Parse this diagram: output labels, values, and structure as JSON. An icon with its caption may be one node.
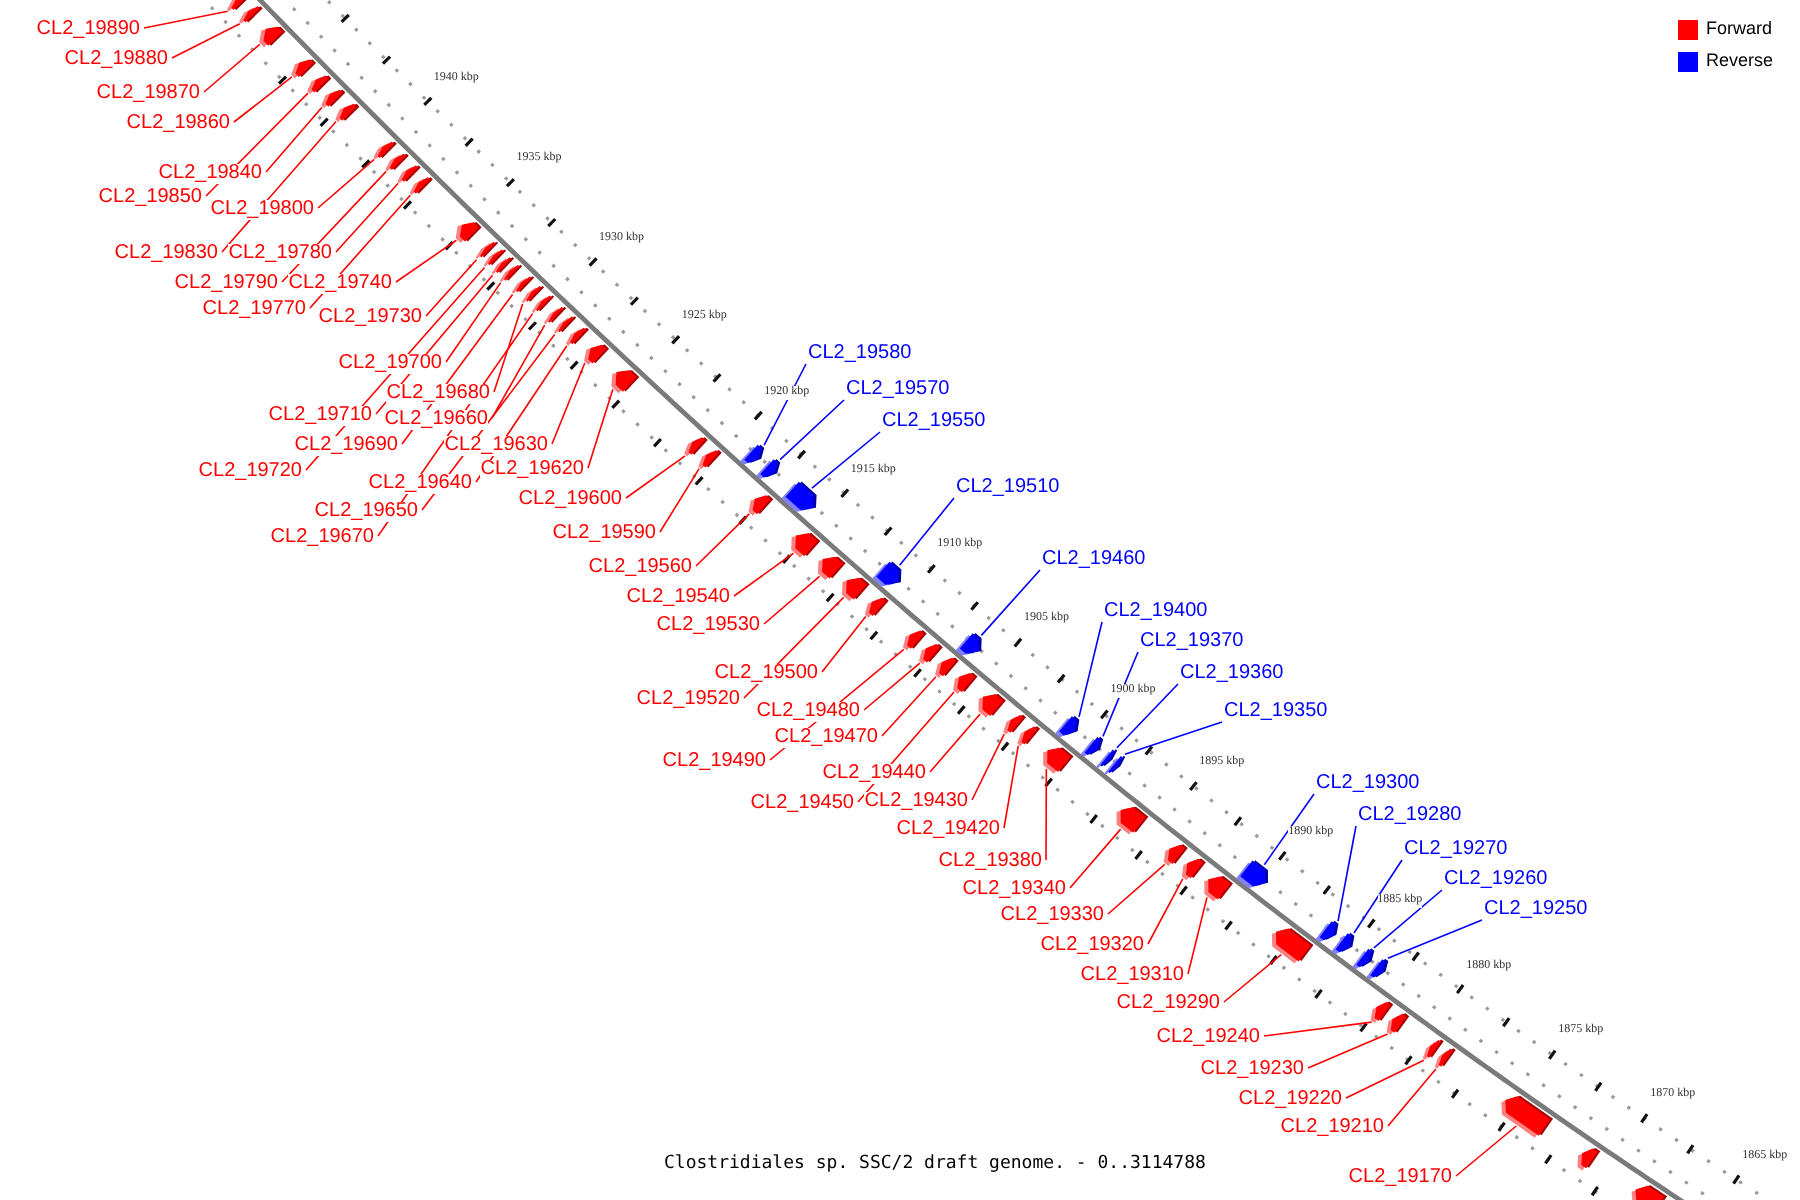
{
  "diagram": {
    "caption": "Clostridiales sp. SSC/2 draft genome. - 0..3114788",
    "nodes": [
      {
        "text": [
          "CL2_19890"
        ]
      },
      {
        "text": [
          "CL2_19880"
        ]
      },
      {
        "text": [
          "CL2_19870"
        ]
      },
      {
        "text": [
          "CL2_19860"
        ]
      },
      {
        "text": [
          "CL2_19850"
        ]
      },
      {
        "text": [
          "CL2_19840"
        ]
      },
      {
        "text": [
          "CL2_19830"
        ]
      },
      {
        "text": [
          "CL2_19800"
        ]
      },
      {
        "text": [
          "CL2_19790"
        ]
      },
      {
        "text": [
          "CL2_19780"
        ]
      },
      {
        "text": [
          "CL2_19770"
        ]
      },
      {
        "text": [
          "CL2_19740"
        ]
      },
      {
        "text": [
          "CL2_19730"
        ]
      },
      {
        "text": [
          "CL2_19720"
        ]
      },
      {
        "text": [
          "CL2_19710"
        ]
      },
      {
        "text": [
          "CL2_19700"
        ]
      },
      {
        "text": [
          "CL2_19690"
        ]
      },
      {
        "text": [
          "CL2_19680"
        ]
      },
      {
        "text": [
          "CL2_19670"
        ]
      },
      {
        "text": [
          "CL2_19660"
        ]
      },
      {
        "text": [
          "CL2_19650"
        ]
      },
      {
        "text": [
          "CL2_19640"
        ]
      },
      {
        "text": [
          "CL2_19630"
        ]
      },
      {
        "text": [
          "CL2_19620"
        ]
      },
      {
        "text": [
          "CL2_19600"
        ]
      },
      {
        "text": [
          "CL2_19590"
        ]
      },
      {
        "text": [
          "CL2_19580"
        ]
      },
      {
        "text": [
          "CL2_19570"
        ]
      },
      {
        "text": [
          "CL2_19560"
        ]
      },
      {
        "text": [
          "CL2_19550"
        ]
      },
      {
        "text": [
          "CL2_19540"
        ]
      },
      {
        "text": [
          "CL2_19530"
        ]
      },
      {
        "text": [
          "CL2_19520"
        ]
      },
      {
        "text": [
          "CL2_19510"
        ]
      },
      {
        "text": [
          "CL2_19500"
        ]
      },
      {
        "text": [
          "CL2_19490"
        ]
      },
      {
        "text": [
          "CL2_19480"
        ]
      },
      {
        "text": [
          "CL2_19470"
        ]
      },
      {
        "text": [
          "CL2_19460"
        ]
      },
      {
        "text": [
          "CL2_19450"
        ]
      },
      {
        "text": [
          "CL2_19440"
        ]
      },
      {
        "text": [
          "CL2_19430"
        ]
      },
      {
        "text": [
          "CL2_19420"
        ]
      },
      {
        "text": [
          "CL2_19400"
        ]
      },
      {
        "text": [
          "CL2_19380"
        ]
      },
      {
        "text": [
          "CL2_19370"
        ]
      },
      {
        "text": [
          "CL2_19360"
        ]
      },
      {
        "text": [
          "CL2_19350"
        ]
      },
      {
        "text": [
          "CL2_19340"
        ]
      },
      {
        "text": [
          "CL2_19330"
        ]
      },
      {
        "text": [
          "CL2_19320"
        ]
      },
      {
        "text": [
          "CL2_19310"
        ]
      },
      {
        "text": [
          "CL2_19300"
        ]
      },
      {
        "text": [
          "CL2_19290"
        ]
      },
      {
        "text": [
          "CL2_19280"
        ]
      },
      {
        "text": [
          "CL2_19270"
        ]
      },
      {
        "text": [
          "CL2_19260"
        ]
      },
      {
        "text": [
          "CL2_19250"
        ]
      },
      {
        "text": [
          "CL2_19240"
        ]
      },
      {
        "text": [
          "CL2_19230"
        ]
      },
      {
        "text": [
          "CL2_19220"
        ]
      },
      {
        "text": [
          "CL2_19210"
        ]
      },
      {
        "text": [
          "CL2_19170"
        ]
      },
      {
        "text": [],
        "shape": "bar"
      },
      {
        "text": [],
        "shape": "bar"
      },
      {
        "text": [],
        "shape": "bar"
      },
      {
        "text": [],
        "shape": "bar"
      },
      {
        "text": [],
        "shape": "bar"
      },
      {
        "text": [],
        "shape": "bar"
      },
      {
        "text": [],
        "shape": "bar"
      },
      {
        "text": [],
        "shape": "bar"
      },
      {
        "text": [],
        "shape": "bar"
      },
      {
        "text": [],
        "shape": "bar"
      },
      {
        "text": [],
        "shape": "bar"
      },
      {
        "text": [],
        "shape": "bar"
      },
      {
        "text": [],
        "shape": "bar"
      },
      {
        "text": [],
        "shape": "bar"
      },
      {
        "text": [],
        "shape": "bar"
      },
      {
        "text": [],
        "shape": "bar"
      },
      {
        "text": [],
        "shape": "bar"
      },
      {
        "text": [],
        "shape": "bar"
      },
      {
        "text": [],
        "shape": "bar"
      },
      {
        "text": [],
        "shape": "bar"
      },
      {
        "text": [],
        "shape": "bar"
      },
      {
        "text": [],
        "shape": "bar"
      },
      {
        "text": [],
        "shape": "bar"
      },
      {
        "text": [],
        "shape": "bar"
      },
      {
        "text": [],
        "shape": "bar"
      },
      {
        "text": [],
        "shape": "bar"
      },
      {
        "text": [],
        "shape": "bar"
      },
      {
        "text": [],
        "shape": "bar"
      },
      {
        "text": [],
        "shape": "bar"
      },
      {
        "text": [],
        "shape": "bar"
      },
      {
        "text": [],
        "shape": "bar"
      },
      {
        "text": [],
        "shape": "bar"
      },
      {
        "text": [],
        "shape": "bar"
      },
      {
        "text": [],
        "shape": "bar"
      },
      {
        "text": [],
        "shape": "bar"
      },
      {
        "text": [],
        "shape": "bar"
      },
      {
        "text": [],
        "shape": "bar"
      },
      {
        "text": [],
        "shape": "bar"
      },
      {
        "text": [],
        "shape": "bar"
      },
      {
        "text": [],
        "shape": "bar"
      },
      {
        "text": [],
        "shape": "bar"
      },
      {
        "text": [],
        "shape": "bar"
      },
      {
        "text": [],
        "shape": "bar"
      },
      {
        "text": [],
        "shape": "bar"
      },
      {
        "text": [],
        "shape": "bar"
      },
      {
        "text": [],
        "shape": "bar"
      },
      {
        "text": [],
        "shape": "bar"
      },
      {
        "text": [],
        "shape": "bar"
      },
      {
        "text": [],
        "shape": "bar"
      },
      {
        "text": [],
        "shape": "bar"
      },
      {
        "text": [],
        "shape": "bar"
      },
      {
        "text": [],
        "shape": "bar"
      },
      {
        "text": [],
        "shape": "bar"
      },
      {
        "text": [],
        "shape": "bar"
      },
      {
        "text": [],
        "shape": "bar"
      },
      {
        "text": [],
        "shape": "bar"
      },
      {
        "text": [],
        "shape": "bar"
      },
      {
        "text": [],
        "shape": "bar"
      },
      {
        "text": [],
        "shape": "bar"
      },
      {
        "text": [],
        "shape": "bar"
      },
      {
        "text": [],
        "shape": "bar"
      },
      {
        "text": [],
        "shape": "bar"
      },
      {
        "text": [],
        "shape": "bar"
      },
      {
        "text": [],
        "shape": "bar"
      },
      {
        "text": [],
        "shape": "bar"
      }
    ],
    "edges": [
      {
        "from": 0,
        "to": 63,
        "arrow": "none"
      },
      {
        "from": 1,
        "to": 64,
        "arrow": "none"
      },
      {
        "from": 2,
        "to": 65,
        "arrow": "none"
      },
      {
        "from": 3,
        "to": 66,
        "arrow": "none"
      },
      {
        "from": 4,
        "to": 67,
        "arrow": "none"
      },
      {
        "from": 5,
        "to": 68,
        "arrow": "none"
      },
      {
        "from": 6,
        "to": 69,
        "arrow": "none"
      },
      {
        "from": 7,
        "to": 70,
        "arrow": "none"
      },
      {
        "from": 8,
        "to": 71,
        "arrow": "none"
      },
      {
        "from": 9,
        "to": 72,
        "arrow": "none"
      },
      {
        "from": 10,
        "to": 73,
        "arrow": "none"
      },
      {
        "from": 11,
        "to": 74,
        "arrow": "none"
      },
      {
        "from": 12,
        "to": 75,
        "arrow": "none"
      },
      {
        "from": 13,
        "to": 76,
        "arrow": "none"
      },
      {
        "from": 14,
        "to": 77,
        "arrow": "none"
      },
      {
        "from": 15,
        "to": 78,
        "arrow": "none"
      },
      {
        "from": 16,
        "to": 79,
        "arrow": "none"
      },
      {
        "from": 17,
        "to": 80,
        "arrow": "none"
      },
      {
        "from": 18,
        "to": 81,
        "arrow": "none"
      },
      {
        "from": 19,
        "to": 82,
        "arrow": "none"
      },
      {
        "from": 20,
        "to": 83,
        "arrow": "none"
      },
      {
        "from": 21,
        "to": 84,
        "arrow": "none"
      },
      {
        "from": 22,
        "to": 85,
        "arrow": "none"
      },
      {
        "from": 23,
        "to": 86,
        "arrow": "none"
      },
      {
        "from": 24,
        "to": 87,
        "arrow": "none"
      },
      {
        "from": 25,
        "to": 88,
        "arrow": "none"
      },
      {
        "from": 26,
        "to": 89,
        "arrow": "none",
        "color": "#0000ff"
      },
      {
        "from": 27,
        "to": 90,
        "arrow": "none",
        "color": "#0000ff"
      },
      {
        "from": 28,
        "to": 91,
        "arrow": "none"
      },
      {
        "from": 29,
        "to": 92,
        "arrow": "none",
        "color": "#0000ff"
      },
      {
        "from": 30,
        "to": 93,
        "arrow": "none"
      },
      {
        "from": 31,
        "to": 94,
        "arrow": "none"
      },
      {
        "from": 32,
        "to": 95,
        "arrow": "none"
      },
      {
        "from": 33,
        "to": 96,
        "arrow": "none",
        "color": "#0000ff"
      },
      {
        "from": 34,
        "to": 97,
        "arrow": "none"
      },
      {
        "from": 35,
        "to": 98,
        "arrow": "none"
      },
      {
        "from": 36,
        "to": 99,
        "arrow": "none"
      },
      {
        "from": 37,
        "to": 100,
        "arrow": "none"
      },
      {
        "from": 38,
        "to": 101,
        "arrow": "none",
        "color": "#0000ff"
      },
      {
        "from": 39,
        "to": 102,
        "arrow": "none"
      },
      {
        "from": 40,
        "to": 103,
        "arrow": "none"
      },
      {
        "from": 41,
        "to": 104,
        "arrow": "none"
      },
      {
        "from": 42,
        "to": 105,
        "arrow": "none"
      },
      {
        "from": 43,
        "to": 106,
        "arrow": "none",
        "color": "#0000ff"
      },
      {
        "from": 44,
        "to": 107,
        "arrow": "none"
      },
      {
        "from": 45,
        "to": 108,
        "arrow": "none",
        "color": "#0000ff"
      },
      {
        "from": 46,
        "to": 109,
        "arrow": "none",
        "color": "#0000ff"
      },
      {
        "from": 47,
        "to": 110,
        "arrow": "none",
        "color": "#0000ff"
      },
      {
        "from": 48,
        "to": 111,
        "arrow": "none"
      },
      {
        "from": 49,
        "to": 112,
        "arrow": "none"
      },
      {
        "from": 50,
        "to": 113,
        "arrow": "none"
      },
      {
        "from": 51,
        "to": 114,
        "arrow": "none"
      },
      {
        "from": 52,
        "to": 115,
        "arrow": "none",
        "color": "#0000ff"
      },
      {
        "from": 53,
        "to": 116,
        "arrow": "none"
      },
      {
        "from": 54,
        "to": 117,
        "arrow": "none",
        "color": "#0000ff"
      },
      {
        "from": 55,
        "to": 118,
        "arrow": "none",
        "color": "#0000ff"
      },
      {
        "from": 56,
        "to": 119,
        "arrow": "none",
        "color": "#0000ff"
      },
      {
        "from": 57,
        "to": 120,
        "arrow": "none",
        "color": "#0000ff"
      },
      {
        "from": 58,
        "to": 121,
        "arrow": "none"
      },
      {
        "from": 59,
        "to": 122,
        "arrow": "none"
      },
      {
        "from": 60,
        "to": 123,
        "arrow": "none"
      },
      {
        "from": 61,
        "to": 124,
        "arrow": "none"
      },
      {
        "from": 62,
        "to": 125,
        "arrow": "none"
      }
    ],
    "labels": [
      "1940 kbp",
      "1935 kbp",
      "1930 kbp",
      "1925 kbp",
      "1920 kbp",
      "1915 kbp",
      "1910 kbp",
      "1905 kbp",
      "1900 kbp",
      "1895 kbp",
      "1890 kbp",
      "1885 kbp",
      "1880 kbp",
      "1875 kbp",
      "1870 kbp",
      "1865 kbp"
    ],
    "legend": [
      {
        "text": "Forward",
        "color": "#ff0000"
      },
      {
        "text": "Reverse",
        "color": "#0000ff"
      }
    ]
  }
}
